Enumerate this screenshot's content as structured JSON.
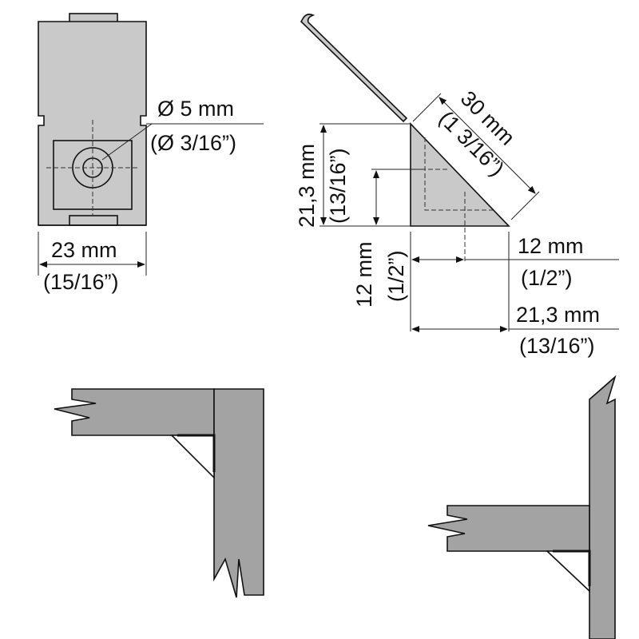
{
  "front_view": {
    "hole_diameter": "Ø 5 mm",
    "hole_diameter_inch": "(Ø 3/16”)",
    "width": "23 mm",
    "width_inch": "(15/16”)"
  },
  "side_view": {
    "hypotenuse": "30 mm",
    "hypotenuse_inch": "(1 3/16”)",
    "height": "21,3 mm",
    "height_inch": "(13/16”)",
    "hole_height": "12 mm",
    "hole_height_inch": "(1/2”)",
    "hole_offset": "12 mm",
    "hole_offset_inch": "(1/2”)",
    "base": "21,3 mm",
    "base_inch": "(13/16”)"
  },
  "colors": {
    "part": "#c9c9c9",
    "board": "#a3a3a3"
  }
}
